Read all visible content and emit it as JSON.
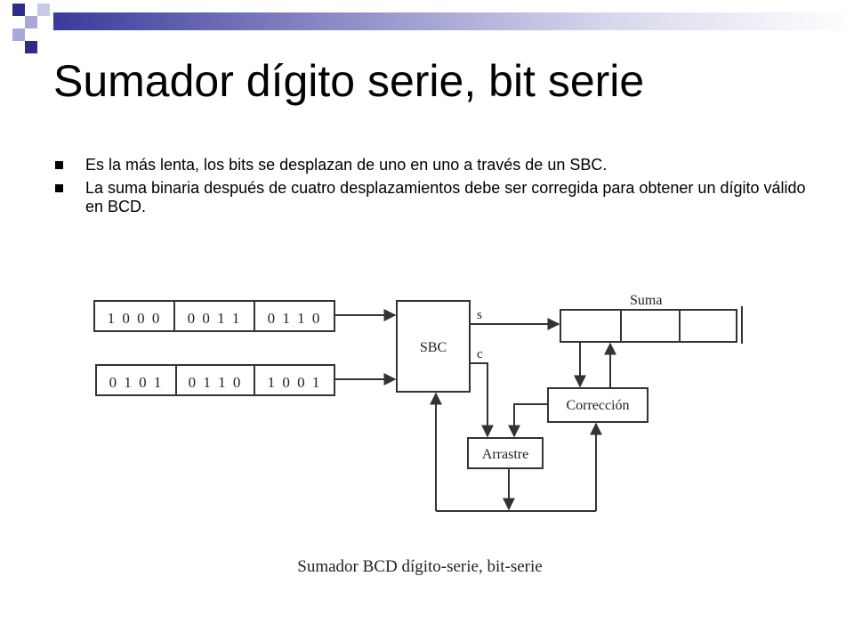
{
  "slide": {
    "title": "Sumador dígito serie, bit serie",
    "bullets": [
      "Es la más lenta, los bits se desplazan de uno en uno a través de un SBC.",
      "La suma binaria después de cuatro desplazamientos debe ser corregida para obtener un dígito válido en BCD."
    ]
  },
  "diagram": {
    "register_a_bits": [
      "1 0 0 0",
      "0 0 1 1",
      "0 1 1 0"
    ],
    "register_b_bits": [
      "0 1 0 1",
      "0 1 1 0",
      "1 0 0 1"
    ],
    "sbc_label": "SBC",
    "s_label": "s",
    "c_label": "c",
    "suma_label": "Suma",
    "correccion_label": "Corrección",
    "arrastre_label": "Arrastre",
    "caption": "Sumador BCD dígito-serie, bit-serie"
  },
  "colors": {
    "topbar_dark": "#3a3a9c",
    "square_dark": "#2e2e8a",
    "square_light": "#a8a8d8",
    "line": "#333333"
  }
}
